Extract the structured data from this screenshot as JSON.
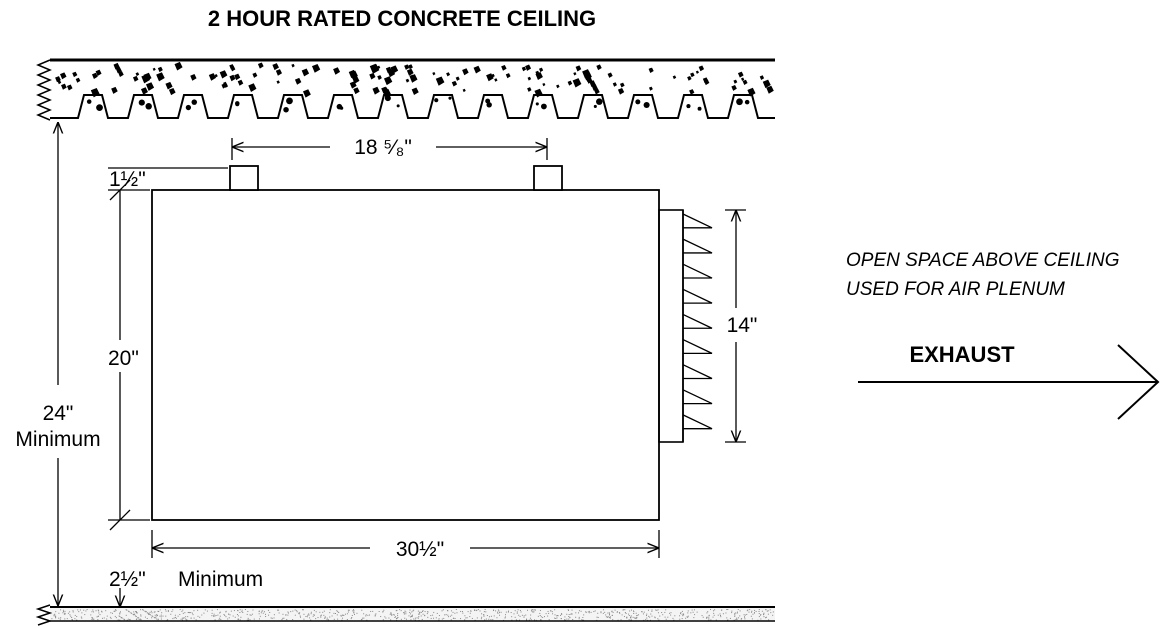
{
  "title": "2 HOUR RATED CONCRETE CEILING",
  "dimensions": {
    "support_spacing": "18 ⁵⁄₈\"",
    "support_height": "1½\"",
    "unit_height": "20\"",
    "clearance_total_value": "24\"",
    "clearance_total_note": "Minimum",
    "grille_height": "14\"",
    "unit_width": "30½\"",
    "floor_clearance": "2½\"",
    "floor_clearance_note": "Minimum"
  },
  "notes": {
    "plenum_line1": "OPEN SPACE ABOVE CEILING",
    "plenum_line2": "USED FOR AIR PLENUM",
    "exhaust_label": "EXHAUST"
  },
  "colors": {
    "ink": "#000000",
    "floor_speckle": "#8a8a8a"
  }
}
